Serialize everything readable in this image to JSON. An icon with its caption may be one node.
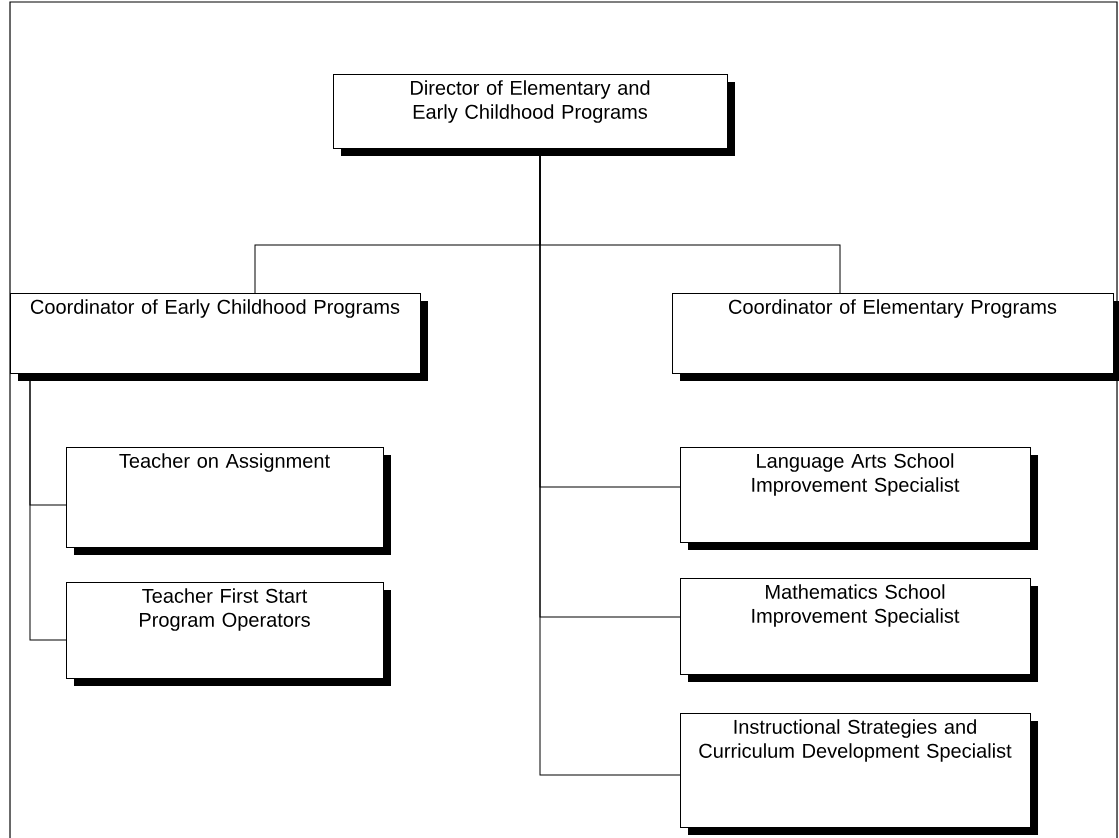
{
  "diagram": {
    "nodes": [
      {
        "text": [
          "Director of Elementary and Early Childhood Programs"
        ]
      },
      {
        "text": [
          "Coordinator of Early Childhood Programs"
        ]
      },
      {
        "text": [
          "Coordinator of Elementary Programs"
        ]
      },
      {
        "text": [
          "Teacher on Assignment"
        ]
      },
      {
        "text": [
          "Teacher First Start Program Operators"
        ]
      },
      {
        "text": [
          "Language Arts School Improvement Specialist"
        ]
      },
      {
        "text": [
          "Mathematics School Improvement Specialist"
        ]
      },
      {
        "text": [
          "Instructional Strategies and Curriculum Development Specialist"
        ]
      }
    ],
    "edges": [
      {
        "from": 0,
        "to": 1,
        "arrow": "none"
      },
      {
        "from": 0,
        "to": 2,
        "arrow": "none"
      },
      {
        "from": 0,
        "to": 5,
        "arrow": "none"
      },
      {
        "from": 0,
        "to": 6,
        "arrow": "none"
      },
      {
        "from": 0,
        "to": 7,
        "arrow": "none"
      },
      {
        "from": 1,
        "to": 3,
        "arrow": "none"
      },
      {
        "from": 1,
        "to": 4,
        "arrow": "none"
      }
    ]
  }
}
